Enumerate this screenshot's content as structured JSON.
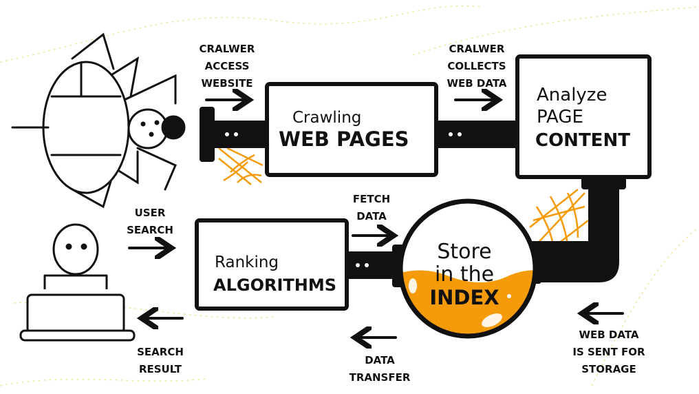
{
  "colors": {
    "accent": "#f59b0a",
    "ink": "#111111",
    "background": "#ffffff"
  },
  "steps": {
    "crawling": {
      "line1": "Crawling",
      "line2": "WEB PAGES"
    },
    "analyze": {
      "line1": "Analyze",
      "line2": "PAGE",
      "line3": "CONTENT"
    },
    "store": {
      "line1": "Store",
      "line2": "in the",
      "line3": "INDEX"
    },
    "ranking": {
      "line1": "Ranking",
      "line2": "ALGORITHMS"
    }
  },
  "labels": {
    "crawler_access": [
      "CRALWER",
      "ACCESS",
      "WEBSITE"
    ],
    "crawler_collects": [
      "CRALWER",
      "COLLECTS",
      "WEB DATA"
    ],
    "web_data_sent": [
      "WEB DATA",
      "IS SENT FOR",
      "STORAGE"
    ],
    "fetch_data": [
      "FETCH",
      "DATA"
    ],
    "data_transfer": [
      "DATA",
      "TRANSFER"
    ],
    "user_search": [
      "USER",
      "SEARCH"
    ],
    "search_result": [
      "SEARCH",
      "RESULT"
    ]
  },
  "icons": [
    "spider-icon",
    "user-at-laptop-icon",
    "spider-web-icon",
    "pipe-icon",
    "arrow-right-icon",
    "arrow-left-icon"
  ]
}
